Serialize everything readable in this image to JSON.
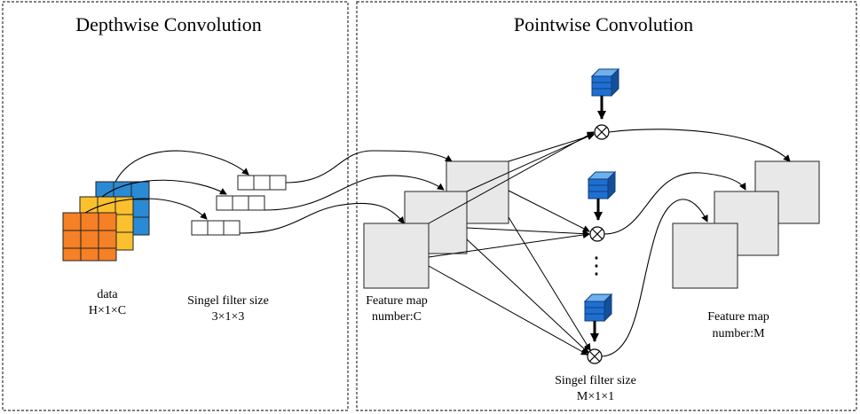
{
  "panels": {
    "depthwise": {
      "title": "Depthwise Convolution",
      "data_label": "data",
      "data_dims": "H×1×C",
      "filter_label": "Singel filter size",
      "filter_dims": "3×1×3"
    },
    "pointwise": {
      "title": "Pointwise Convolution",
      "input_label_1": "Feature map",
      "input_label_2": "number:C",
      "output_label_1": "Feature map",
      "output_label_2": "number:M",
      "filter_label": "Singel filter size",
      "filter_dims": "M×1×1",
      "ellipsis": "⋮"
    }
  },
  "colors": {
    "orange": "#f58025",
    "yellow": "#fbc02d",
    "blue_cube_front": "#2a8ad4",
    "kernel_blue": "#1f6fd1",
    "feature_map_fill": "#e8e8e8",
    "border": "#333333"
  },
  "icons": {
    "multiply": "circled-times-icon",
    "filter": "kernel-cube-icon"
  }
}
